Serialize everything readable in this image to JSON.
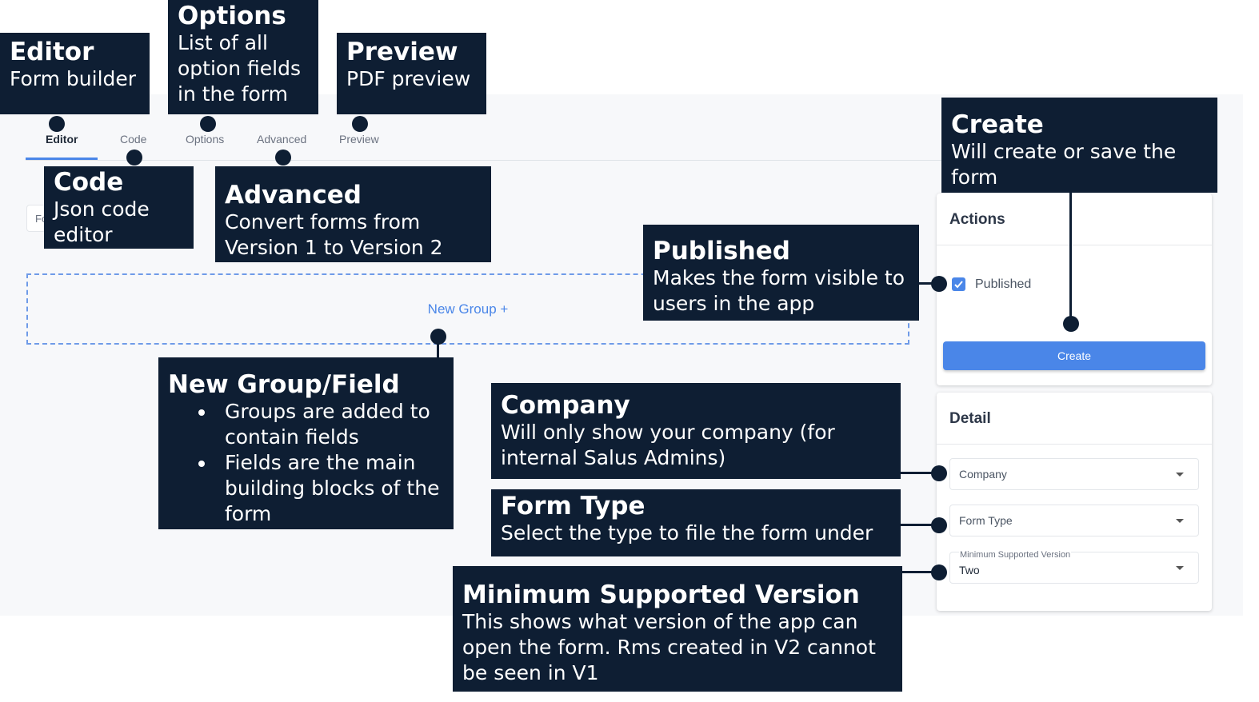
{
  "tabs": [
    {
      "label": "Editor",
      "active": true
    },
    {
      "label": "Code",
      "active": false
    },
    {
      "label": "Options",
      "active": false
    },
    {
      "label": "Advanced",
      "active": false
    },
    {
      "label": "Preview",
      "active": false
    }
  ],
  "form_name_stub": "Fo",
  "editor": {
    "new_group_label": "New Group +"
  },
  "actions_card": {
    "title": "Actions",
    "published_label": "Published",
    "published_checked": true,
    "create_label": "Create"
  },
  "detail_card": {
    "title": "Detail",
    "company_placeholder": "Company",
    "form_type_placeholder": "Form Type",
    "min_version_label": "Minimum Supported Version",
    "min_version_value": "Two"
  },
  "annotations": {
    "editor": {
      "title": "Editor",
      "desc": "Form builder"
    },
    "options": {
      "title": "Options",
      "desc": "List of all option fields in the form"
    },
    "preview": {
      "title": "Preview",
      "desc": "PDF preview"
    },
    "code": {
      "title": "Code",
      "desc": "Json code editor"
    },
    "advanced": {
      "title": "Advanced",
      "desc": "Convert forms from Version 1 to Version 2"
    },
    "create": {
      "title": "Create",
      "desc": "Will create or save the form"
    },
    "published": {
      "title": "Published",
      "desc": "Makes the form visible to users in the app"
    },
    "new_group": {
      "title": "New Group/Field",
      "bullets": [
        "Groups are added to contain fields",
        "Fields are the main building blocks of the form"
      ]
    },
    "company": {
      "title": "Company",
      "desc": "Will only show your company (for internal Salus Admins)"
    },
    "form_type": {
      "title": "Form Type",
      "desc": "Select the type to file the form under"
    },
    "min_version": {
      "title": "Minimum Supported Version",
      "desc": "This shows what version of the app can open the form. Rms created in V2 cannot be seen in V1"
    }
  },
  "colors": {
    "accent": "#4a86e8",
    "callout_bg": "#0e1e33",
    "app_bg": "#f7f8fa"
  }
}
